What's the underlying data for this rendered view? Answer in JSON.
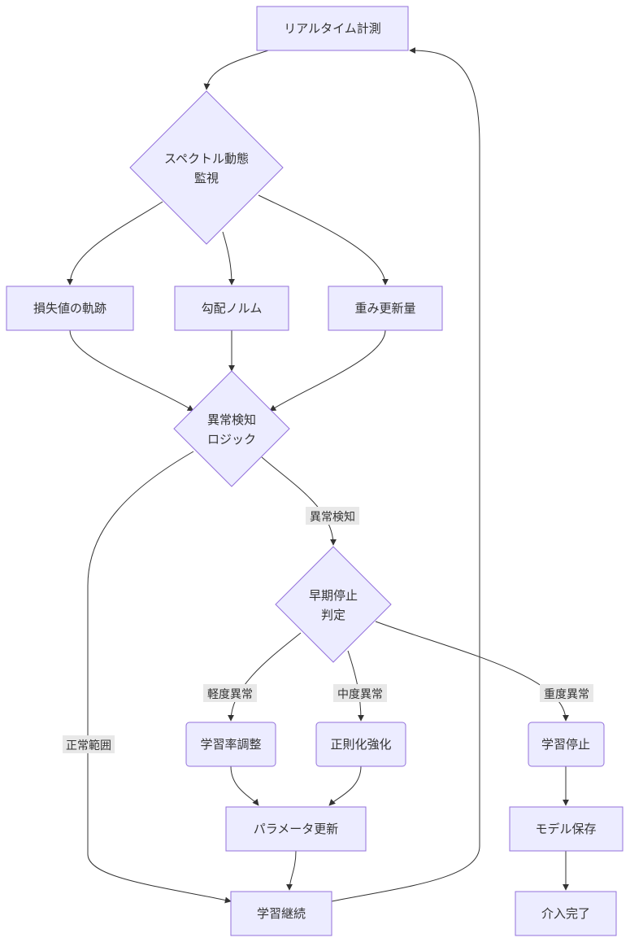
{
  "nodes": {
    "realtime": "リアルタイム計測",
    "spectral_line1": "スペクトル動態",
    "spectral_line2": "監視",
    "loss": "損失値の軌跡",
    "grad": "勾配ノルム",
    "weight": "重み更新量",
    "anomaly_line1": "異常検知",
    "anomaly_line2": "ロジック",
    "early_line1": "早期停止",
    "early_line2": "判定",
    "lr": "学習率調整",
    "reg": "正則化強化",
    "stop": "学習停止",
    "param": "パラメータ更新",
    "save": "モデル保存",
    "continue": "学習継続",
    "done": "介入完了"
  },
  "edge_labels": {
    "anomaly_detected": "異常検知",
    "normal": "正常範囲",
    "mild": "軽度異常",
    "moderate": "中度異常",
    "severe": "重度異常"
  },
  "colors": {
    "node_fill": "#ECECFF",
    "node_stroke": "#9370DB",
    "edge": "#333333",
    "label_bg": "#e8e8e8"
  }
}
